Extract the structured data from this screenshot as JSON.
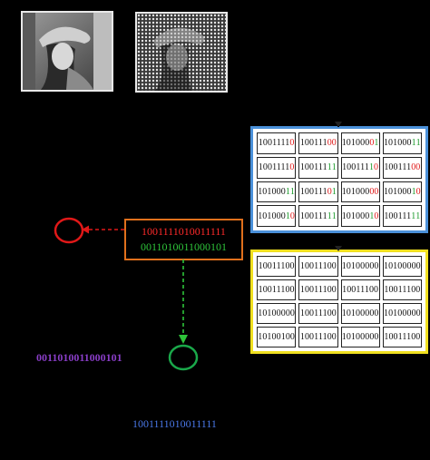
{
  "images": {
    "cover": {
      "icon": "portrait-photo-icon"
    },
    "stego": {
      "icon": "dotted-portrait-photo-icon"
    }
  },
  "blue_table": {
    "rows": [
      [
        [
          "1001111",
          "0"
        ],
        [
          "100111",
          "00"
        ],
        [
          "101000",
          "01"
        ],
        [
          "101000",
          "11"
        ]
      ],
      [
        [
          "1001111",
          "0"
        ],
        [
          "100111",
          "11"
        ],
        [
          "100111",
          "10"
        ],
        [
          "100111",
          "00"
        ]
      ],
      [
        [
          "101000",
          "11"
        ],
        [
          "100111",
          "01"
        ],
        [
          "101000",
          "00"
        ],
        [
          "101000",
          "10"
        ]
      ],
      [
        [
          "101000",
          "10"
        ],
        [
          "100111",
          "11"
        ],
        [
          "101000",
          "10"
        ],
        [
          "100111",
          "11"
        ]
      ]
    ]
  },
  "yellow_table": {
    "rows": [
      [
        "10011100",
        "10011100",
        "10100000",
        "10100000"
      ],
      [
        "10011100",
        "10011100",
        "10011100",
        "10011100"
      ],
      [
        "10100000",
        "10011100",
        "10100000",
        "10100000"
      ],
      [
        "10100100",
        "10011100",
        "10100000",
        "10011100"
      ]
    ]
  },
  "bits": {
    "red": "1001111010011111",
    "green": "0011010011000101",
    "purple": "0011010011000101",
    "blue": "1001111010011111"
  },
  "colors": {
    "blue_border": "#4a90d9",
    "yellow_border": "#f0e020",
    "orange_border": "#e0701c",
    "red": "#e01818",
    "green": "#1a9a2a"
  }
}
